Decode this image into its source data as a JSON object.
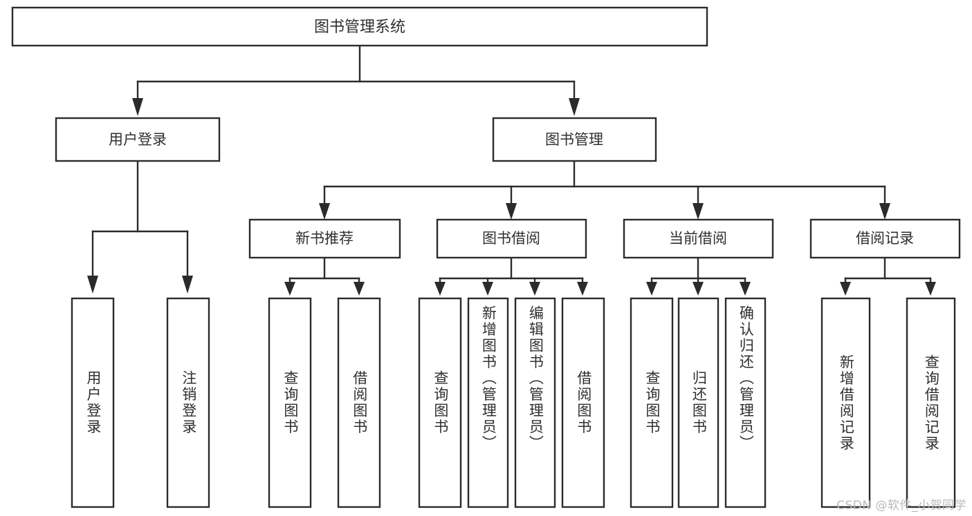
{
  "diagram": {
    "type": "tree-hierarchy",
    "title": "图书管理系统",
    "watermark": "CSDN @软件_小贺同学",
    "colors": {
      "stroke": "#2b2b2b",
      "box_fill": "#ffffff",
      "text": "#2f2f2f",
      "background": "#ffffff",
      "watermark": "#b9b9b9"
    },
    "levels": [
      {
        "level": 1,
        "nodes": [
          {
            "id": "root",
            "label": "图书管理系统"
          }
        ]
      },
      {
        "level": 2,
        "nodes": [
          {
            "id": "user-login",
            "label": "用户登录"
          },
          {
            "id": "book-manage",
            "label": "图书管理"
          }
        ]
      },
      {
        "level": 3,
        "nodes": [
          {
            "id": "new-book-recommend",
            "label": "新书推荐"
          },
          {
            "id": "book-borrow",
            "label": "图书借阅"
          },
          {
            "id": "current-borrow",
            "label": "当前借阅"
          },
          {
            "id": "borrow-record",
            "label": "借阅记录"
          }
        ]
      },
      {
        "level": 4,
        "nodes": [
          {
            "id": "leaf-user-login",
            "label": "用户登录",
            "parent": "user-login"
          },
          {
            "id": "leaf-logout-login",
            "label": "注销登录",
            "parent": "user-login"
          },
          {
            "id": "leaf-query-book-1",
            "label": "查询图书",
            "parent": "new-book-recommend"
          },
          {
            "id": "leaf-borrow-book-1",
            "label": "借阅图书",
            "parent": "new-book-recommend"
          },
          {
            "id": "leaf-query-book-2",
            "label": "查询图书",
            "parent": "book-borrow"
          },
          {
            "id": "leaf-add-book-admin",
            "label": "新增图书（管理员）",
            "parent": "book-borrow"
          },
          {
            "id": "leaf-edit-book-admin",
            "label": "编辑图书（管理员）",
            "parent": "book-borrow"
          },
          {
            "id": "leaf-borrow-book-2",
            "label": "借阅图书",
            "parent": "book-borrow"
          },
          {
            "id": "leaf-query-book-3",
            "label": "查询图书",
            "parent": "current-borrow"
          },
          {
            "id": "leaf-return-book",
            "label": "归还图书",
            "parent": "current-borrow"
          },
          {
            "id": "leaf-confirm-return-admin",
            "label": "确认归还（管理员）",
            "parent": "current-borrow"
          },
          {
            "id": "leaf-add-borrow-record",
            "label": "新增借阅记录",
            "parent": "borrow-record"
          },
          {
            "id": "leaf-query-borrow-record",
            "label": "查询借阅记录",
            "parent": "borrow-record"
          }
        ]
      }
    ]
  }
}
